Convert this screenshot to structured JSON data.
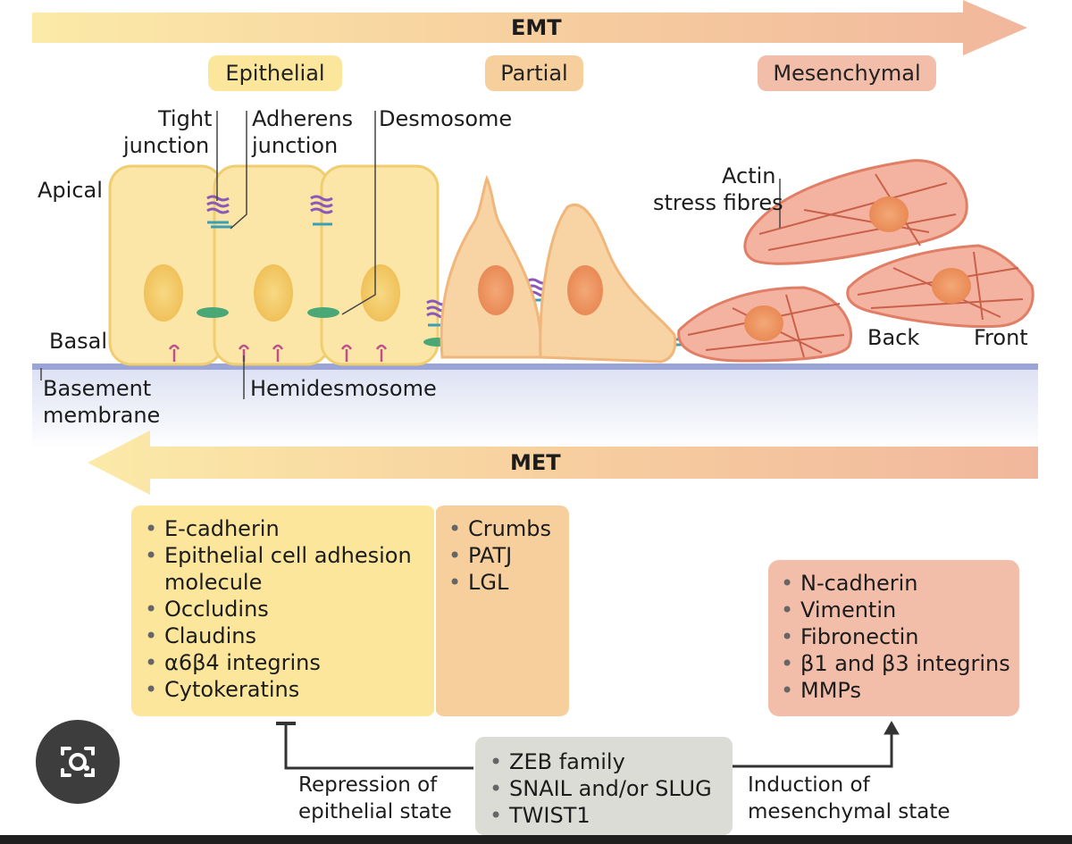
{
  "arrows": {
    "emt": "EMT",
    "met": "MET"
  },
  "states": {
    "epithelial": "Epithelial",
    "partial": "Partial",
    "mesenchymal": "Mesenchymal"
  },
  "labels": {
    "tight_junction": [
      "Tight",
      "junction"
    ],
    "adherens_junction": [
      "Adherens",
      "junction"
    ],
    "desmosome": "Desmosome",
    "apical": "Apical",
    "basal": "Basal",
    "actin": [
      "Actin",
      "stress fibres"
    ],
    "back": "Back",
    "front": "Front",
    "basement_membrane": [
      "Basement",
      "membrane"
    ],
    "hemidesmosome": "Hemidesmosome"
  },
  "epithelial_markers": [
    "E-cadherin",
    "Epithelial cell adhesion\nmolecule",
    "Occludins",
    "Claudins",
    "α6β4 integrins",
    "Cytokeratins"
  ],
  "polarity_markers": [
    "Crumbs",
    "PATJ",
    "LGL"
  ],
  "mesenchymal_markers": [
    "N-cadherin",
    "Vimentin",
    "Fibronectin",
    "β1 and β3 integrins",
    "MMPs"
  ],
  "transcription_factors": [
    "ZEB family",
    "SNAIL and/or SLUG",
    "TWIST1"
  ],
  "repression": [
    "Repression of",
    "epithelial state"
  ],
  "induction": [
    "Induction of",
    "mesenchymal state"
  ],
  "colors": {
    "epithelial": "#fbe69c",
    "partial": "#f6cf9c",
    "mesenchymal": "#f2bda9",
    "tf_box": "#dcdcd6",
    "membrane": "#9aa4d6"
  },
  "icons": {
    "lens": "camera-search-icon"
  }
}
